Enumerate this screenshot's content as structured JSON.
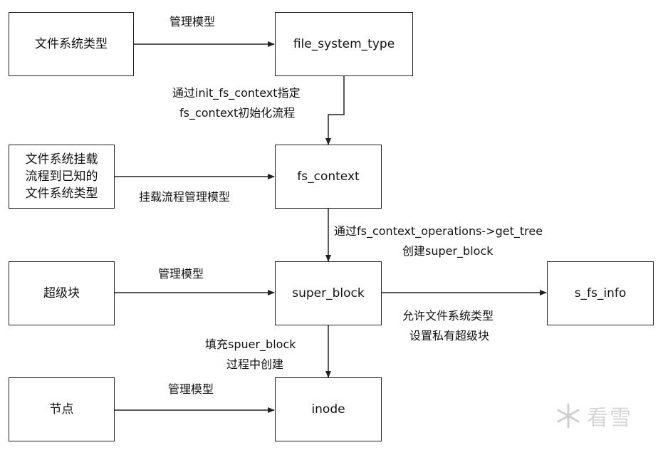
{
  "nodes": {
    "fs_type_cn": "文件系统类型",
    "file_system_type": "file_system_type",
    "mount_flow_lines": [
      "文件系统挂载",
      "流程到已知的",
      "文件系统类型"
    ],
    "fs_context": "fs_context",
    "super_block_cn": "超级块",
    "super_block": "super_block",
    "s_fs_info": "s_fs_info",
    "node_cn": "节点",
    "inode": "inode"
  },
  "edge_labels": {
    "manage_model_1": "管理模型",
    "init_fs_context_1": "通过init_fs_context指定",
    "init_fs_context_2": "fs_context初始化流程",
    "mount_flow_manage": "挂载流程管理模型",
    "get_tree_1": "通过fs_context_operations->get_tree",
    "get_tree_2": "创建super_block",
    "manage_model_2": "管理模型",
    "private_sb_1": "允许文件系统类型",
    "private_sb_2": "设置私有超级块",
    "fill_sb_1": "填充spuer_block",
    "fill_sb_2": "过程中创建",
    "manage_model_3": "管理模型"
  },
  "watermark": {
    "icon": "snowflake-icon",
    "text": "看雪"
  }
}
